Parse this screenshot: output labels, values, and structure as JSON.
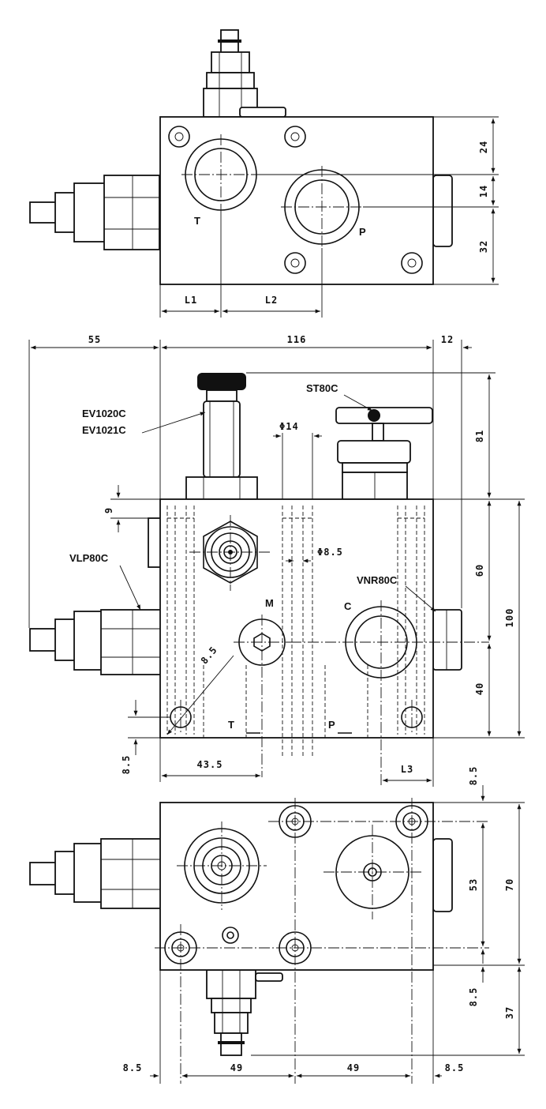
{
  "top_view": {
    "port_T": "T",
    "port_P": "P",
    "dim_24": "24",
    "dim_14": "14",
    "dim_32": "32",
    "dim_L1": "L1",
    "dim_L2": "L2"
  },
  "front_view": {
    "dim_55": "55",
    "dim_116": "116",
    "dim_12": "12",
    "dim_81": "81",
    "dim_9": "9",
    "dim_60": "60",
    "dim_100": "100",
    "dim_40": "40",
    "dim_8_5_left": "8.5",
    "dim_8_5_diag": "8.5",
    "dim_43_5": "43.5",
    "dim_L3": "L3",
    "dim_phi14": "Φ14",
    "dim_phi8_5": "Φ8.5",
    "part_ev_1": "EV1020C",
    "part_ev_2": "EV1021C",
    "part_st": "ST80C",
    "part_vlp": "VLP80C",
    "part_vnr": "VNR80C",
    "port_M": "M",
    "port_C": "C",
    "port_T": "T",
    "port_P": "P"
  },
  "bottom_view": {
    "dim_8_5_top": "8.5",
    "dim_53": "53",
    "dim_70": "70",
    "dim_8_5_mid": "8.5",
    "dim_37": "37",
    "dim_8_5_left": "8.5",
    "dim_49_a": "49",
    "dim_49_b": "49",
    "dim_8_5_right": "8.5"
  }
}
